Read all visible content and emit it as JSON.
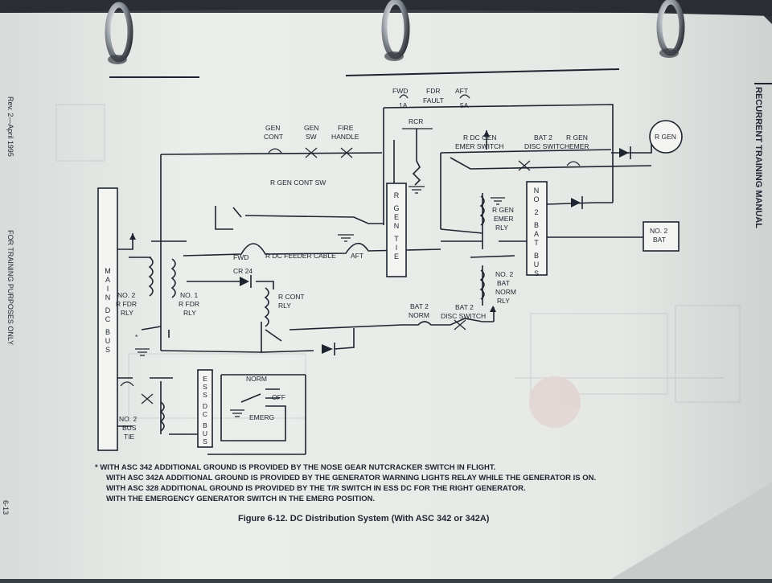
{
  "side_texts": {
    "revision": "Rev. 2—April 1995",
    "training": "FOR TRAINING PURPOSES ONLY",
    "manual": "RECURRENT TRAINING MANUAL",
    "page_number": "6-13"
  },
  "labels": {
    "fwd_top": "FWD",
    "fdr_fault": "FDR FAULT",
    "aft_top": "AFT",
    "amp_1a": "1A",
    "amp_5a": "5A",
    "rcr": "RCR",
    "gen_cont": "GEN CONT",
    "gen_sw": "GEN SW",
    "fire_handle": "FIRE HANDLE",
    "r_dc_gen_emer_switch": "R DC GEN EMER SWITCH",
    "bat2_disc_switch_top": "BAT 2 DISC SWITCH",
    "r_gen_emer": "R GEN EMER",
    "r_gen": "R GEN",
    "r_gen_cont_sw": "R GEN CONT SW",
    "r_gen_tie": "R GEN TIE",
    "r_gen_emer_rly": "R GEN EMER RLY",
    "no2_bat_bus": "NO 2 BAT BUS",
    "no2_bat": "NO. 2 BAT",
    "no2_bat_norm_rly": "NO. 2 BAT NORM RLY",
    "main_dc_bus": "MAIN DC BUS",
    "fwd_mid": "FWD",
    "r_dc_feeder_cable": "R DC FEEDER CABLE",
    "aft_mid": "AFT",
    "cr24": "CR 24",
    "no2_r_fdr_rly": "NO. 2 R FDR RLY",
    "no1_r_fdr_rly": "NO. 1 R FDR RLY",
    "r_cont_rly": "R CONT RLY",
    "bat2_norm": "BAT 2 NORM",
    "bat2_disc_switch_bot": "BAT 2 DISC SWITCH",
    "ess_dc_bus": "ESS DC BUS",
    "norm": "NORM",
    "off": "OFF",
    "emerg": "EMERG",
    "no2_bus_tie": "NO. 2 BUS TIE",
    "asterisk": "*"
  },
  "notes": [
    "* WITH ASC 342 ADDITIONAL GROUND IS PROVIDED BY THE NOSE GEAR NUTCRACKER SWITCH IN FLIGHT.",
    "WITH ASC 342A ADDITIONAL GROUND IS PROVIDED BY THE GENERATOR WARNING LIGHTS RELAY WHILE THE GENERATOR IS ON.",
    "WITH ASC 328 ADDITIONAL GROUND IS PROVIDED BY THE T/R SWITCH IN ESS DC FOR THE RIGHT GENERATOR.",
    "WITH THE EMERGENCY GENERATOR SWITCH IN THE EMERG POSITION."
  ],
  "caption": "Figure 6-12.  DC Distribution System (With ASC 342 or 342A)"
}
